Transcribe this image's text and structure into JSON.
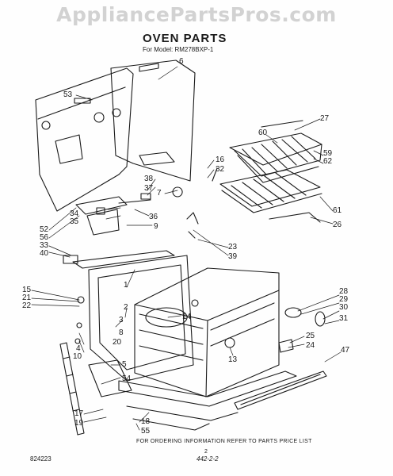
{
  "header": {
    "watermark": "AppliancePartsPros.com",
    "title": "OVEN PARTS",
    "subtitle": "For Model: RM278BXP-1"
  },
  "footer": {
    "ordering_note": "FOR ORDERING INFORMATION REFER TO PARTS PRICE LIST",
    "page_number": "2",
    "document_code": "824223",
    "revision_mark": "442-2-2"
  },
  "callouts": [
    "53",
    "6",
    "27",
    "60",
    "59",
    "62",
    "16",
    "32",
    "38",
    "37",
    "7",
    "34",
    "35",
    "36",
    "9",
    "52",
    "56",
    "33",
    "40",
    "61",
    "26",
    "23",
    "39",
    "15",
    "21",
    "22",
    "1",
    "2",
    "3",
    "14",
    "28",
    "29",
    "30",
    "31",
    "25",
    "24",
    "47",
    "13",
    "4",
    "10",
    "5",
    "54",
    "17",
    "19",
    "18",
    "55",
    "8",
    "20"
  ],
  "colors": {
    "line": "#1a1a1a",
    "watermark": "#d2d2d2"
  }
}
